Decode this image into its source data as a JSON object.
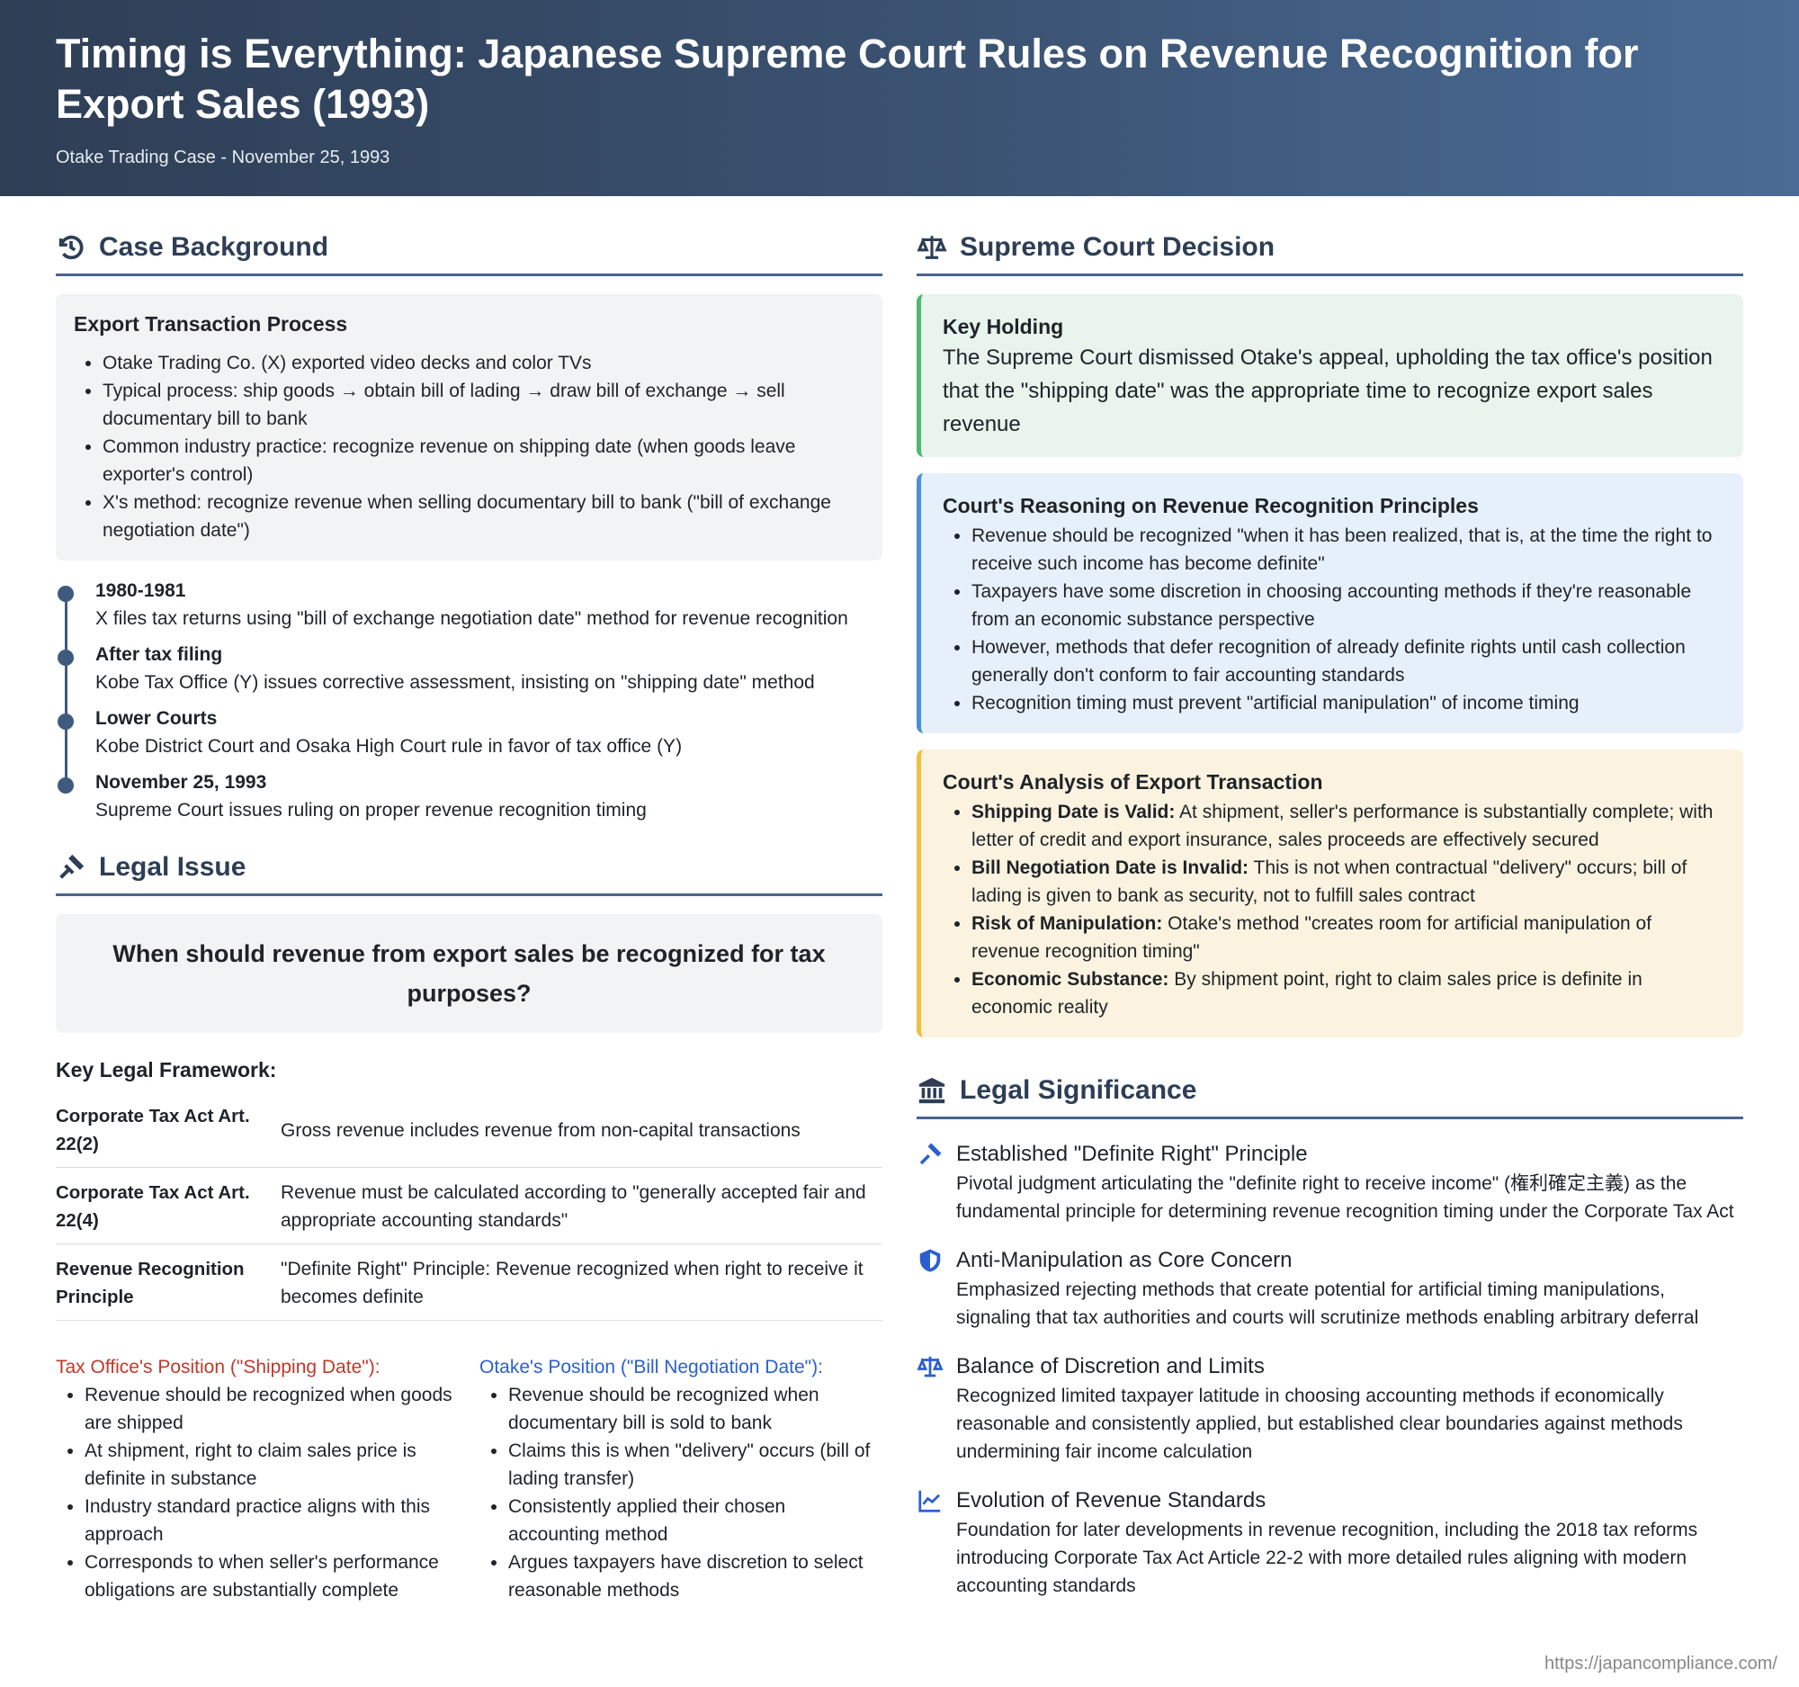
{
  "header": {
    "title": "Timing is Everything: Japanese Supreme Court Rules on Revenue Recognition for Export Sales (1993)",
    "subtitle": "Otake Trading Case - November 25, 1993"
  },
  "background": {
    "heading": "Case Background",
    "box_title": "Export Transaction Process",
    "bullets": [
      "Otake Trading Co. (X) exported video decks and color TVs",
      "Typical process: ship goods → obtain bill of lading → draw bill of exchange → sell documentary bill to bank",
      "Common industry practice: recognize revenue on shipping date (when goods leave exporter's control)",
      "X's method: recognize revenue when selling documentary bill to bank (\"bill of exchange negotiation date\")"
    ],
    "timeline": [
      {
        "date": "1980-1981",
        "text": "X files tax returns using \"bill of exchange negotiation date\" method for revenue recognition"
      },
      {
        "date": "After tax filing",
        "text": "Kobe Tax Office (Y) issues corrective assessment, insisting on \"shipping date\" method"
      },
      {
        "date": "Lower Courts",
        "text": "Kobe District Court and Osaka High Court rule in favor of tax office (Y)"
      },
      {
        "date": "November 25, 1993",
        "text": "Supreme Court issues ruling on proper revenue recognition timing"
      }
    ]
  },
  "issue": {
    "heading": "Legal Issue",
    "question": "When should revenue from export sales be recognized for tax purposes?",
    "framework_title": "Key Legal Framework:",
    "framework": [
      {
        "key": "Corporate Tax Act Art. 22(2)",
        "value": "Gross revenue includes revenue from non-capital transactions"
      },
      {
        "key": "Corporate Tax Act Art. 22(4)",
        "value": "Revenue must be calculated according to \"generally accepted fair and appropriate accounting standards\""
      },
      {
        "key": "Revenue Recognition Principle",
        "value": "\"Definite Right\" Principle: Revenue recognized when right to receive it becomes definite"
      }
    ],
    "tax_office": {
      "title": "Tax Office's Position (\"Shipping Date\"):",
      "color": "#c0392b",
      "bullets": [
        "Revenue should be recognized when goods are shipped",
        "At shipment, right to claim sales price is definite in substance",
        "Industry standard practice aligns with this approach",
        "Corresponds to when seller's performance obligations are substantially complete"
      ]
    },
    "otake": {
      "title": "Otake's Position (\"Bill Negotiation Date\"):",
      "color": "#2b5fd0",
      "bullets": [
        "Revenue should be recognized when documentary bill is sold to bank",
        "Claims this is when \"delivery\" occurs (bill of lading transfer)",
        "Consistently applied their chosen accounting method",
        "Argues taxpayers have discretion to select reasonable methods"
      ]
    }
  },
  "decision": {
    "heading": "Supreme Court Decision",
    "holding_title": "Key Holding",
    "holding": "The Supreme Court dismissed Otake's appeal, upholding the tax office's position that the \"shipping date\" was the appropriate time to recognize export sales revenue",
    "reasoning_title": "Court's Reasoning on Revenue Recognition Principles",
    "reasoning": [
      "Revenue should be recognized \"when it has been realized, that is, at the time the right to receive such income has become definite\"",
      "Taxpayers have some discretion in choosing accounting methods if they're reasonable from an economic substance perspective",
      "However, methods that defer recognition of already definite rights until cash collection generally don't conform to fair accounting standards",
      "Recognition timing must prevent \"artificial manipulation\" of income timing"
    ],
    "analysis_title": "Court's Analysis of Export Transaction",
    "analysis": [
      {
        "label": "Shipping Date is Valid:",
        "text": " At shipment, seller's performance is substantially complete; with letter of credit and export insurance, sales proceeds are effectively secured"
      },
      {
        "label": "Bill Negotiation Date is Invalid:",
        "text": " This is not when contractual \"delivery\" occurs; bill of lading is given to bank as security, not to fulfill sales contract"
      },
      {
        "label": "Risk of Manipulation:",
        "text": " Otake's method \"creates room for artificial manipulation of revenue recognition timing\""
      },
      {
        "label": "Economic Substance:",
        "text": " By shipment point, right to claim sales price is definite in economic reality"
      }
    ]
  },
  "significance": {
    "heading": "Legal Significance",
    "items": [
      {
        "icon": "gavel-icon",
        "title": "Established \"Definite Right\" Principle",
        "text": "Pivotal judgment articulating the \"definite right to receive income\" (権利確定主義) as the fundamental principle for determining revenue recognition timing under the Corporate Tax Act"
      },
      {
        "icon": "shield-icon",
        "title": "Anti-Manipulation as Core Concern",
        "text": "Emphasized rejecting methods that create potential for artificial timing manipulations, signaling that tax authorities and courts will scrutinize methods enabling arbitrary deferral"
      },
      {
        "icon": "scale-icon",
        "title": "Balance of Discretion and Limits",
        "text": "Recognized limited taxpayer latitude in choosing accounting methods if economically reasonable and consistently applied, but established clear boundaries against methods undermining fair income calculation"
      },
      {
        "icon": "chart-line-icon",
        "title": "Evolution of Revenue Standards",
        "text": "Foundation for later developments in revenue recognition, including the 2018 tax reforms introducing Corporate Tax Act Article 22-2 with more detailed rules aligning with modern accounting standards"
      }
    ]
  },
  "footer": {
    "url": "https://japancompliance.com/"
  }
}
